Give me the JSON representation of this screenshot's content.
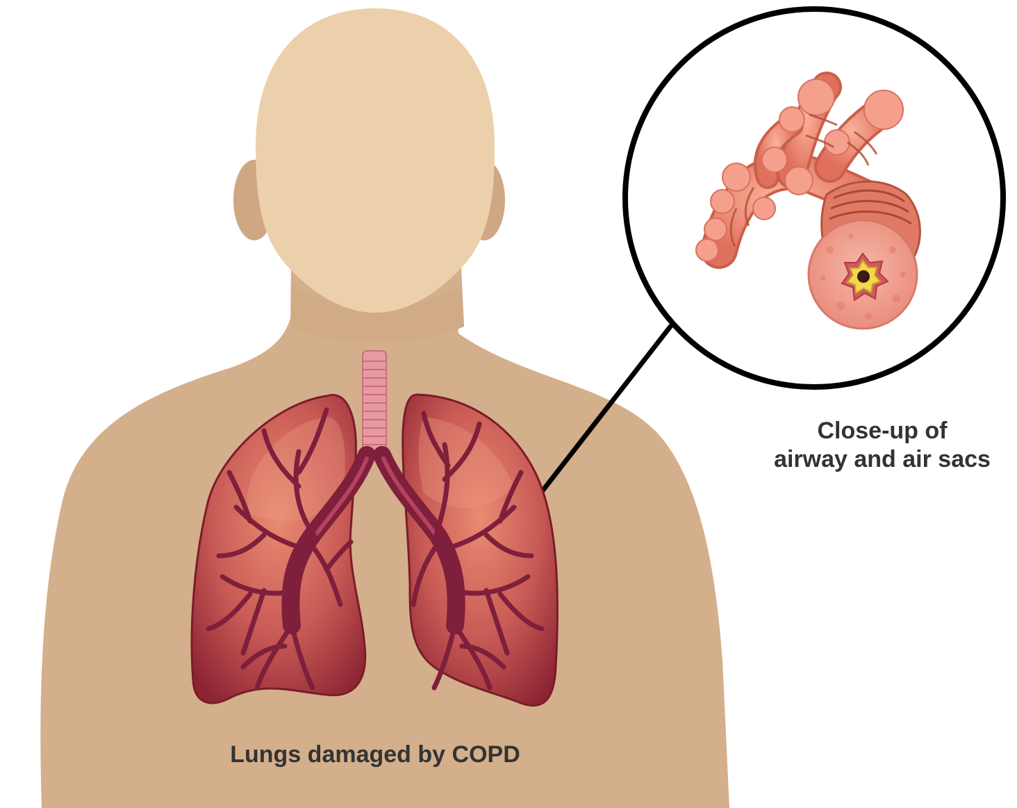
{
  "labels": {
    "lungs": "Lungs damaged by COPD",
    "closeup_line1": "Close-up of",
    "closeup_line2": "airway and air sacs"
  },
  "colors": {
    "head": "#ecd0ab",
    "body": "#d4af8b",
    "ear_shadow": "#cfa883",
    "lung_fill": "#b8474a",
    "lung_dark": "#7a1c2a",
    "lung_light": "#e8866f",
    "bronchi": "#7e1f3c",
    "trachea": "#e89aa1",
    "trachea_ring": "#c8707a",
    "callout_line": "#000000",
    "airway": "#f08c78",
    "airway_dark": "#c8604a",
    "muscle_band": "#b4523c",
    "label_text": "#333333"
  },
  "icons": [
    "human-silhouette",
    "lungs-icon",
    "trachea-icon",
    "magnifier-circle",
    "airway-closeup-icon"
  ]
}
